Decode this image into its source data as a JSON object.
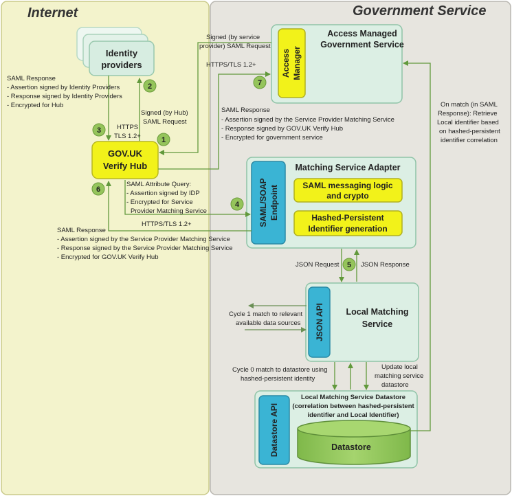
{
  "zones": {
    "internet": "Internet",
    "government": "Government Service"
  },
  "nodes": {
    "identity_providers": [
      "Identity",
      "providers"
    ],
    "hub": [
      "GOV.UK",
      "Verify Hub"
    ],
    "access_managed_service": [
      "Access Managed",
      "Government Service"
    ],
    "access_manager": [
      "Access",
      "Manager"
    ],
    "msa_title": "Matching Service Adapter",
    "saml_soap": [
      "SAML/SOAP",
      "Endpoint"
    ],
    "saml_logic": [
      "SAML messaging logic",
      "and crypto"
    ],
    "hashed_gen": [
      "Hashed-Persistent",
      "Identifier generation"
    ],
    "json_api": "JSON API",
    "local_matching": [
      "Local Matching",
      "Service"
    ],
    "datastore_title": [
      "Local Matching Service Datastore",
      "(correlation between hashed-persistent",
      "identifier and Local Identifier)"
    ],
    "datastore_api": "Datastore API",
    "datastore": "Datastore"
  },
  "steps": [
    "1",
    "2",
    "3",
    "4",
    "5",
    "6",
    "7"
  ],
  "labels": {
    "idp_response": [
      "SAML Response",
      "- Assertion signed by Identity Providers",
      "- Response signed by Identity Providers",
      "- Encrypted for Hub"
    ],
    "https_tls_left": [
      "HTTPS",
      "TLS 1.2+"
    ],
    "signed_by_hub": [
      "Signed (by Hub)",
      "SAML Request"
    ],
    "signed_by_sp": [
      "Signed (by service",
      "provider) SAML Request"
    ],
    "https_tls_top": "HTTPS/TLS 1.2+",
    "saml_response_gov": [
      "SAML Response",
      "- Assertion signed by the Service Provider Matching Service",
      "- Response signed by GOV.UK Verify Hub",
      "- Encrypted for government service"
    ],
    "attribute_query": [
      "SAML Attribute Query:",
      "- Assertion signed by IDP",
      "- Encrypted for Service",
      "Provider Matching Service"
    ],
    "https_tls_mid": "HTTPS/TLS 1.2+",
    "saml_response_hub": [
      "SAML Response",
      "- Assertion signed by the Service Provider Matching Service",
      "- Response signed by the Service Provider Matching Service",
      "- Encrypted for GOV.UK Verify Hub"
    ],
    "json_request": "JSON Request",
    "json_response": "JSON Response",
    "cycle1": [
      "Cycle 1 match to relevant",
      "available data sources"
    ],
    "cycle0": [
      "Cycle 0 match to datastore using",
      "hashed-persistent identity"
    ],
    "update_local": [
      "Update local",
      "matching service",
      "datastore"
    ],
    "on_match": [
      "On match (in SAML",
      "Response): Retrieve",
      "Local identifier based",
      "on hashed-persistent",
      "identifier  correlation"
    ]
  },
  "colors": {
    "internet_zone": "#f3f3cc",
    "gov_zone": "#e7e5df",
    "green_box": "#dcefe4",
    "yellow_box": "#f2f21a",
    "blue_box": "#3ab4d4",
    "cylinder": "#94c95c",
    "step_circle": "#95c45b",
    "arrow": "#62993c"
  }
}
